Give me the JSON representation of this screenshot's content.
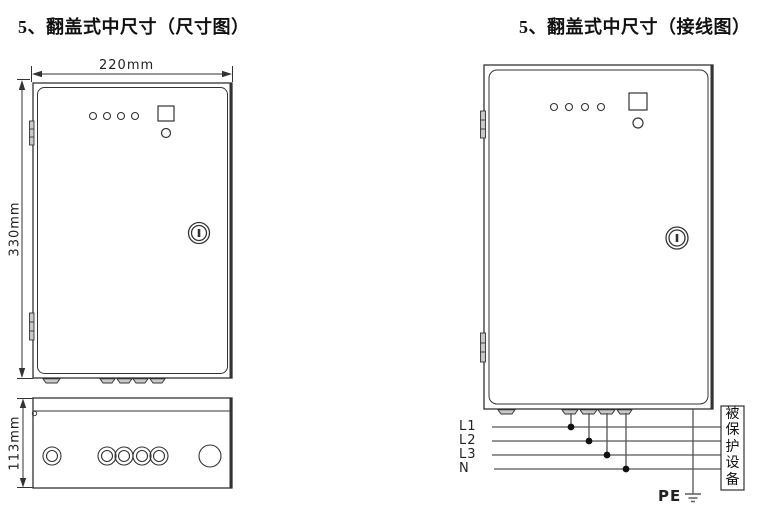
{
  "left_diagram": {
    "title": "5、翻盖式中尺寸（尺寸图）",
    "dimensions": {
      "width_label": "220mm",
      "height_label": "330mm",
      "depth_label": "113mm"
    }
  },
  "right_diagram": {
    "title": "5、翻盖式中尺寸（接线图）",
    "wires": [
      "L1",
      "L2",
      "L3",
      "N"
    ],
    "pe_label": "PE",
    "protected_device_label": "被保护设备"
  },
  "colors": {
    "line": "#333333",
    "wire": "#555555",
    "panel_fill": "#ffffff",
    "hardware_fill": "#c8c8c8",
    "junction_dot": "#111111"
  }
}
